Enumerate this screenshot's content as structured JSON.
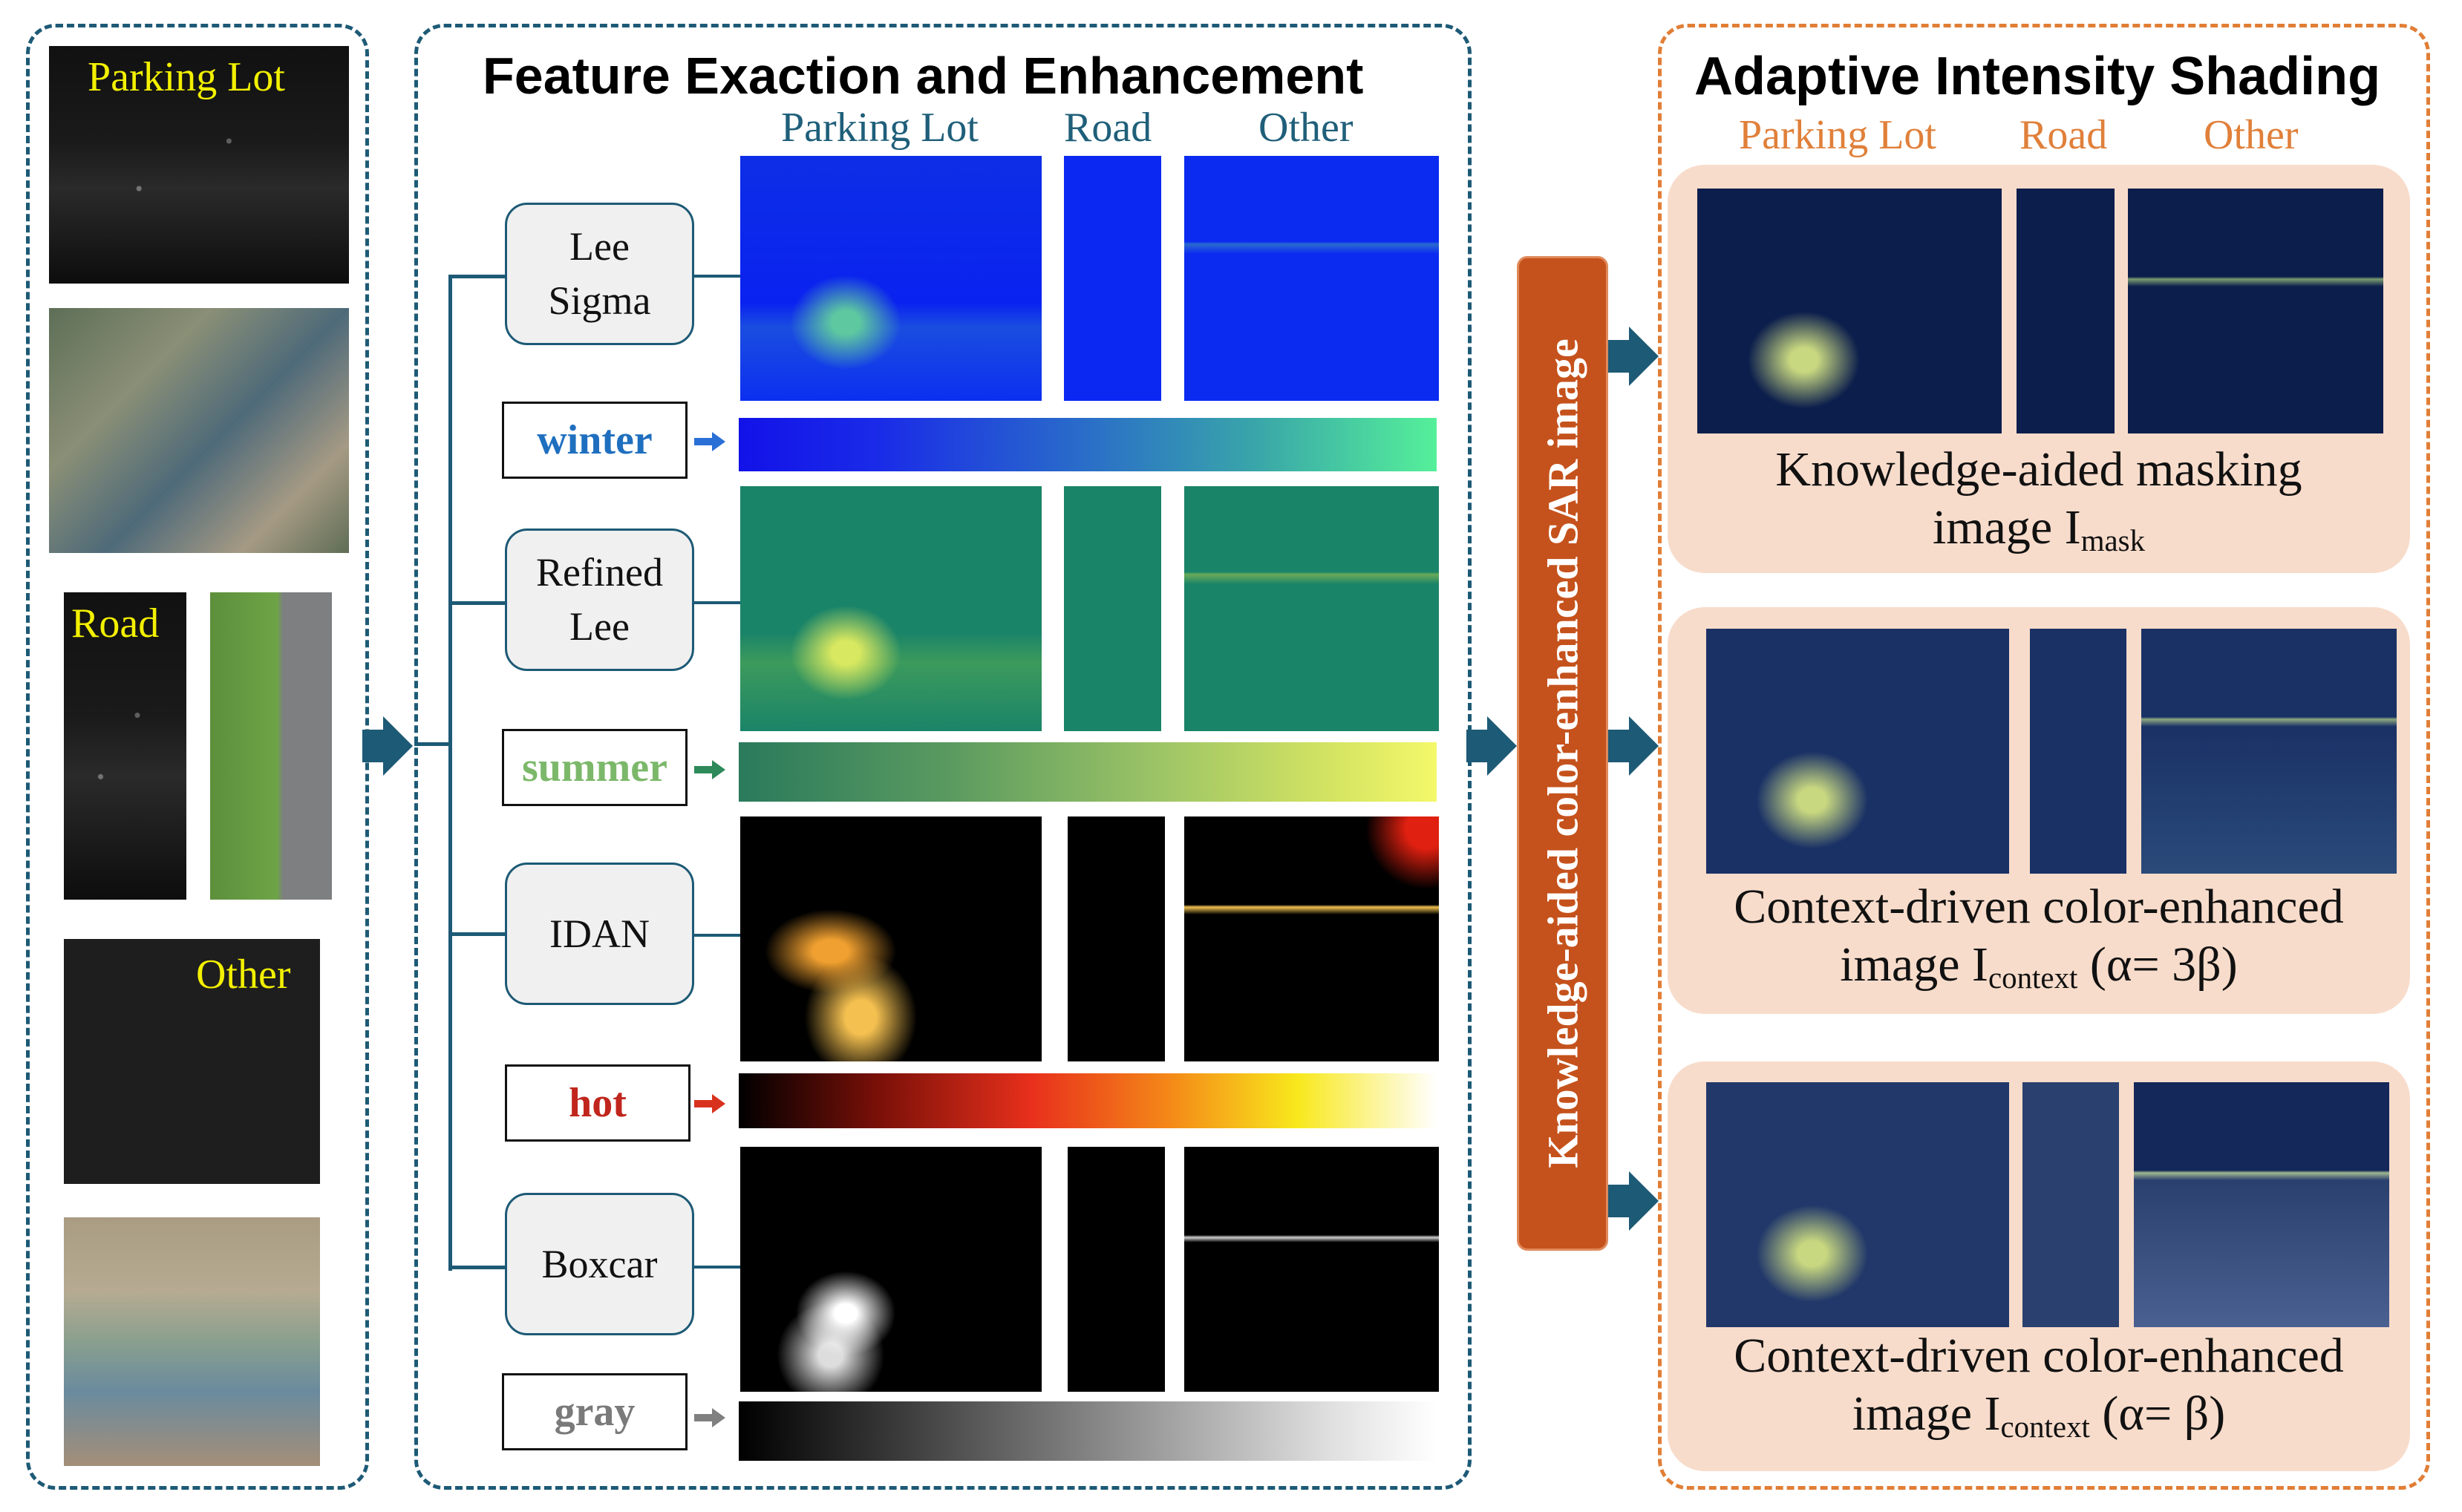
{
  "inputs": {
    "parking_lot_label": "Parking Lot",
    "road_label": "Road",
    "other_label": "Other"
  },
  "middle": {
    "title": "Feature Exaction and Enhancement",
    "columns": [
      "Parking Lot",
      "Road",
      "Other"
    ],
    "filters": [
      {
        "line1": "Lee",
        "line2": "Sigma",
        "colormap": "winter",
        "colormap_color": "#1f6fbf"
      },
      {
        "line1": "Refined",
        "line2": "Lee",
        "colormap": "summer",
        "colormap_color": "#7cb86a"
      },
      {
        "line1": "IDAN",
        "line2": "",
        "colormap": "hot",
        "colormap_color": "#c0261d"
      },
      {
        "line1": "Boxcar",
        "line2": "",
        "colormap": "gray",
        "colormap_color": "#7a7a7a"
      }
    ]
  },
  "sidebar": {
    "label": "Knowledge-aided color-enhanced SAR image"
  },
  "right": {
    "title": "Adaptive Intensity Shading",
    "columns": [
      "Parking Lot",
      "Road",
      "Other"
    ],
    "outputs": [
      {
        "line1": "Knowledge-aided masking",
        "line2_pre": "image I",
        "sub": "mask",
        "line2_post": ""
      },
      {
        "line1": "Context-driven color-enhanced",
        "line2_pre": "image I",
        "sub": "context",
        "line2_post": " (α= 3β)"
      },
      {
        "line1": "Context-driven color-enhanced",
        "line2_pre": "image I",
        "sub": "context",
        "line2_post": " (α= β)"
      }
    ]
  },
  "colors": {
    "dark_teal": "#1d5a76",
    "orange_border": "#e17e36",
    "orange_text": "#e0803a",
    "column_blue": "#1f5f7a",
    "sidebar": "#c5521c"
  }
}
